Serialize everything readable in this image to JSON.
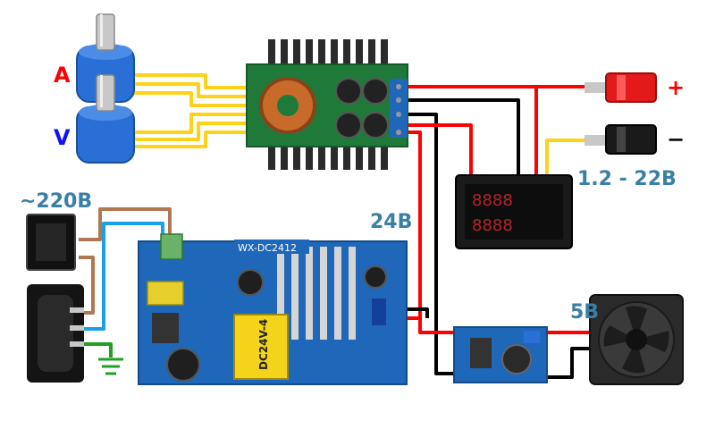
{
  "labels": {
    "ammeter_pot": "A",
    "voltmeter_pot": "V",
    "positive": "+",
    "negative": "−",
    "output_range": "1.2 - 22B",
    "mains_input": "~220B",
    "psu_voltage": "24B",
    "fan_voltage": "5B"
  },
  "psu": {
    "model": "WX-DC2412",
    "transformer_label": "DC24V-4"
  },
  "colors": {
    "wire_red": "#ff0000",
    "wire_black": "#000000",
    "wire_yellow": "#ffd21a",
    "wire_brown": "#b07850",
    "wire_blue": "#1aa0e6",
    "wire_green": "#22a022",
    "label_blue": "#3a7fa6",
    "pcb_green": "#1f7a3a",
    "pcb_blue": "#1f67b8",
    "pot_blue": "#2a6fd6"
  },
  "icons": [
    "potentiometer-icon",
    "binding-post-icon",
    "voltmeter-display-icon",
    "fan-icon",
    "rocker-switch-icon",
    "iec-socket-icon",
    "ground-icon"
  ]
}
